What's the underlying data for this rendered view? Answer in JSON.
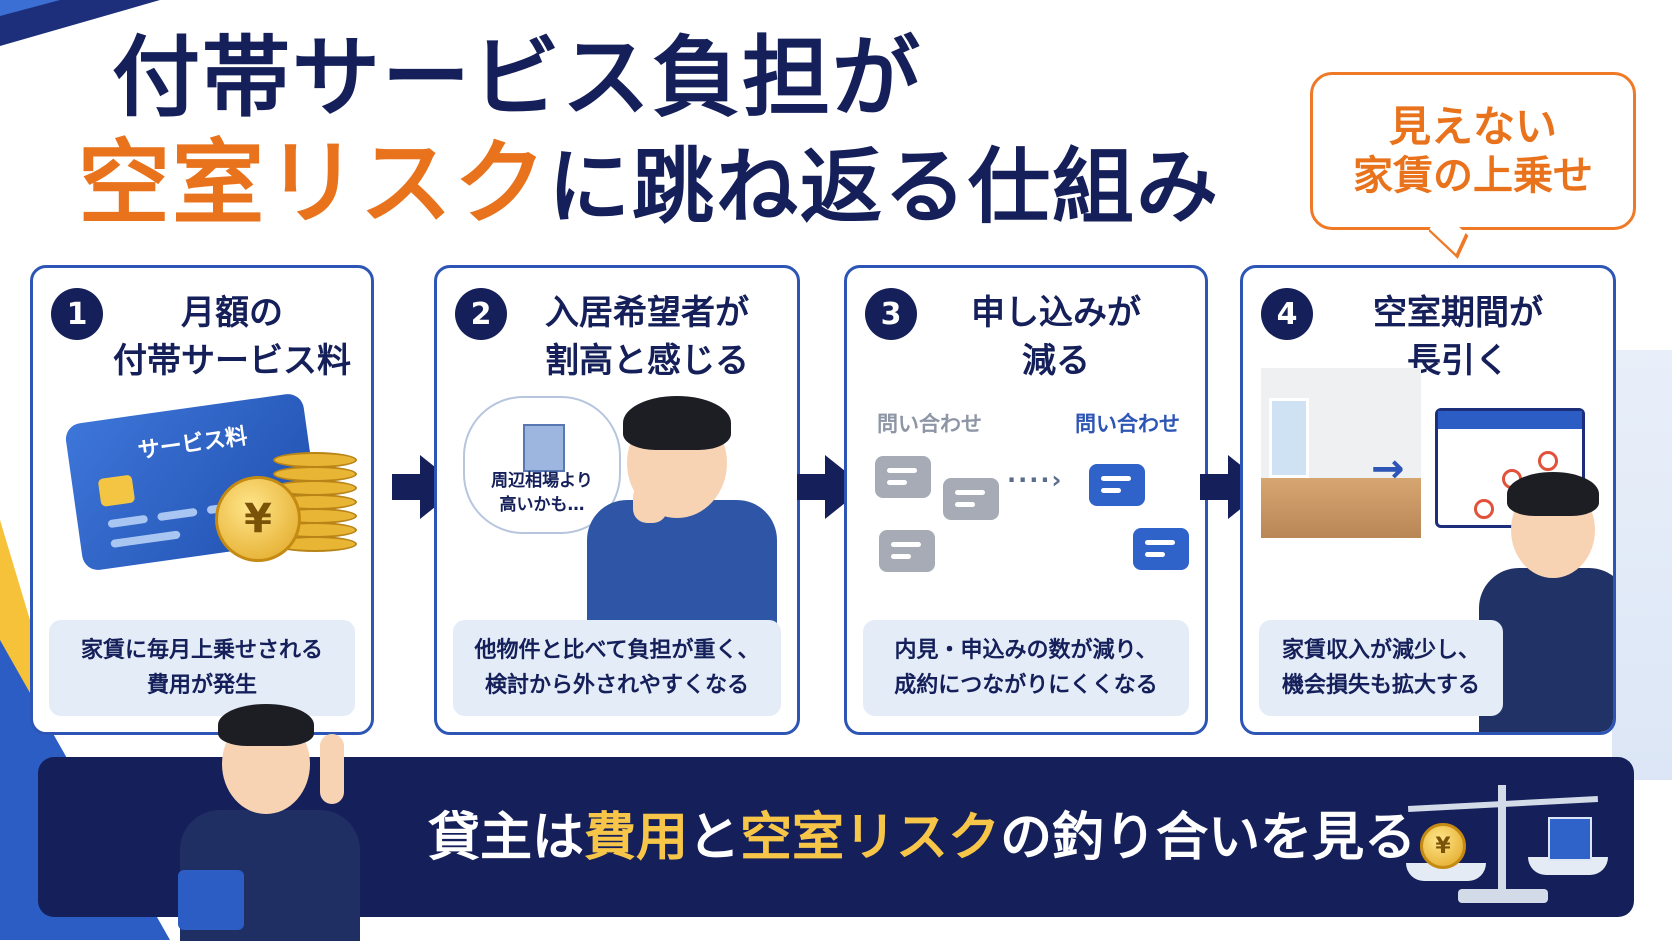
{
  "title": {
    "line1": "付帯サービス負担が",
    "line2_highlight": "空室リスク",
    "line2_rest": "に跳ね返る仕組み"
  },
  "callout": {
    "line1": "見えない",
    "line2": "家賃の上乗せ"
  },
  "steps": [
    {
      "number": "1",
      "title_l1": "月額の",
      "title_l2": "付帯サービス料",
      "card_label": "サービス料",
      "coin_symbol": "¥",
      "desc_l1": "家賃に毎月上乗せされる",
      "desc_l2": "費用が発生"
    },
    {
      "number": "2",
      "title_l1": "入居希望者が",
      "title_l2": "割高と感じる",
      "thought_l1": "周辺相場より",
      "thought_l2": "高いかも…",
      "desc_l1": "他物件と比べて負担が重く、",
      "desc_l2": "検討から外されやすくなる"
    },
    {
      "number": "3",
      "title_l1": "申し込みが",
      "title_l2": "減る",
      "inquiry_before": "問い合わせ",
      "inquiry_after": "問い合わせ",
      "desc_l1": "内見・申込みの数が減り、",
      "desc_l2": "成約につながりにくくなる"
    },
    {
      "number": "4",
      "title_l1": "空室期間が",
      "title_l2": "長引く",
      "desc_l1": "家賃収入が減少し、",
      "desc_l2": "機会損失も拡大する"
    }
  ],
  "bottom": {
    "part1": "貸主は",
    "highlight1": "費用",
    "part2": "と",
    "highlight2": "空室リスク",
    "part3": "の釣り合いを見る",
    "scale_coin": "¥"
  },
  "colors": {
    "navy": "#15205a",
    "orange": "#e8731c",
    "yellow": "#f7c548",
    "blue": "#2d55b5",
    "desc_bg": "#e4ecf8"
  }
}
